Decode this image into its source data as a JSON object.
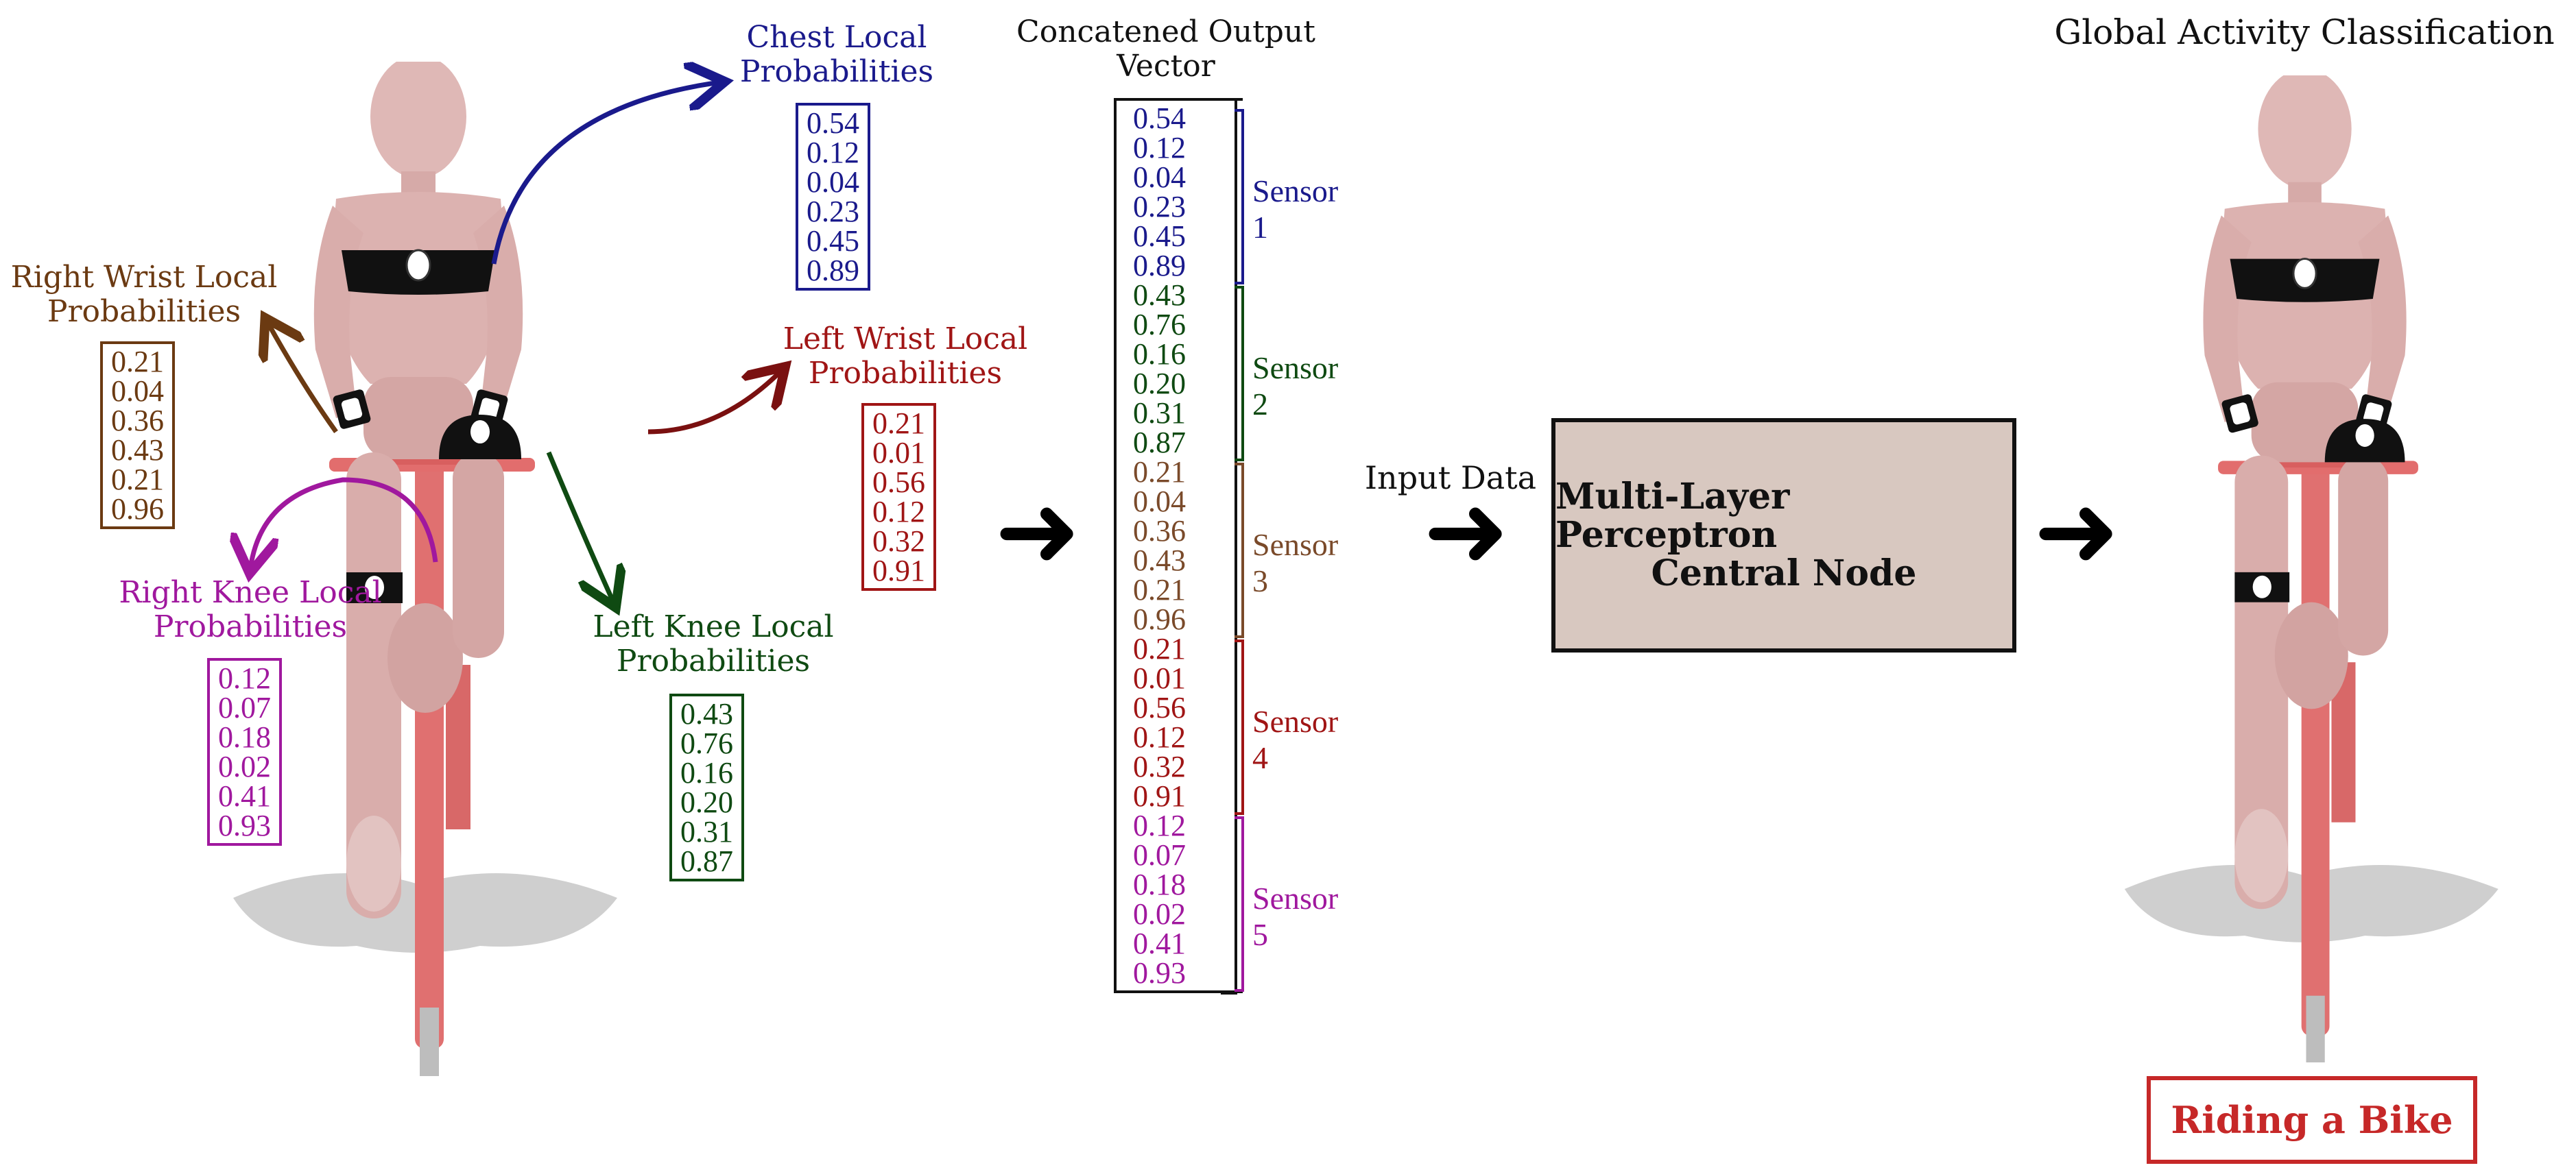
{
  "colors": {
    "chest": "#1a1a8c",
    "right_wrist": "#6b3a12",
    "left_wrist": "#a01515",
    "right_knee": "#a0189e",
    "left_knee": "#0f4a12",
    "sensor3": "#7a4a2a",
    "sensor4": "#a01515",
    "result": "#c62828"
  },
  "local": {
    "chest": {
      "title_1": "Chest Local",
      "title_2": "Probabilities",
      "values": [
        "0.54",
        "0.12",
        "0.04",
        "0.23",
        "0.45",
        "0.89"
      ]
    },
    "right_wrist": {
      "title_1": "Right Wrist Local",
      "title_2": "Probabilities",
      "values": [
        "0.21",
        "0.04",
        "0.36",
        "0.43",
        "0.21",
        "0.96"
      ]
    },
    "left_wrist": {
      "title_1": "Left Wrist Local",
      "title_2": "Probabilities",
      "values": [
        "0.21",
        "0.01",
        "0.56",
        "0.12",
        "0.32",
        "0.91"
      ]
    },
    "right_knee": {
      "title_1": "Right Knee Local",
      "title_2": "Probabilities",
      "values": [
        "0.12",
        "0.07",
        "0.18",
        "0.02",
        "0.41",
        "0.93"
      ]
    },
    "left_knee": {
      "title_1": "Left Knee Local",
      "title_2": "Probabilities",
      "values": [
        "0.43",
        "0.76",
        "0.16",
        "0.20",
        "0.31",
        "0.87"
      ]
    }
  },
  "concat": {
    "title_1": "Concatened Output",
    "title_2": "Vector",
    "sensors": [
      {
        "label": "Sensor 1",
        "values": [
          "0.54",
          "0.12",
          "0.04",
          "0.23",
          "0.45",
          "0.89"
        ]
      },
      {
        "label": "Sensor 2",
        "values": [
          "0.43",
          "0.76",
          "0.16",
          "0.20",
          "0.31",
          "0.87"
        ]
      },
      {
        "label": "Sensor 3",
        "values": [
          "0.21",
          "0.04",
          "0.36",
          "0.43",
          "0.21",
          "0.96"
        ]
      },
      {
        "label": "Sensor 4",
        "values": [
          "0.21",
          "0.01",
          "0.56",
          "0.12",
          "0.32",
          "0.91"
        ]
      },
      {
        "label": "Sensor 5",
        "values": [
          "0.12",
          "0.07",
          "0.18",
          "0.02",
          "0.41",
          "0.93"
        ]
      }
    ]
  },
  "input_label": "Input Data",
  "mlp": {
    "line_1": "Multi-Layer Perceptron",
    "line_2": "Central Node"
  },
  "global_title": "Global Activity Classification",
  "result": "Riding a Bike"
}
